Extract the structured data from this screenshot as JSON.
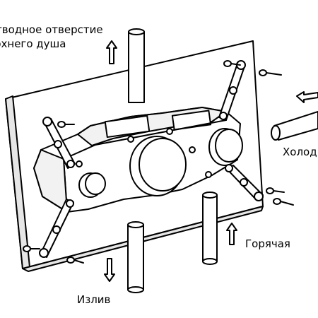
{
  "labels": {
    "shower_outlet_line1": "тводное отверстие",
    "shower_outlet_line2": "рхнего душа",
    "cold": "Холод",
    "hot": "Горячая",
    "spout": "Излив"
  },
  "colors": {
    "line": "#000000",
    "fill": "#ffffff",
    "shade": "#e6e6e6"
  }
}
